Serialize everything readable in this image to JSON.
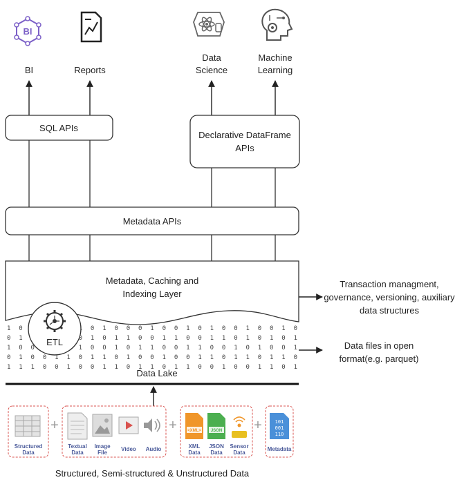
{
  "top_consumers": {
    "bi": "BI",
    "reports": "Reports",
    "data_science": [
      "Data",
      "Science"
    ],
    "machine_learning": [
      "Machine",
      "Learning"
    ]
  },
  "apis": {
    "sql": "SQL APIs",
    "dataframe": [
      "Declarative DataFrame",
      "APIs"
    ],
    "metadata": "Metadata APIs"
  },
  "layer": {
    "title": [
      "Metadata, Caching and",
      "Indexing Layer"
    ],
    "etl": "ETL",
    "data_lake": "Data Lake"
  },
  "side_notes": {
    "transactions": [
      "Transaction managment,",
      "governance, versioning, auxiliary",
      "data structures"
    ],
    "open_format": [
      "Data files in open",
      "format(e.g. parquet)"
    ]
  },
  "sources": {
    "structured": [
      "Structured",
      "Data"
    ],
    "textual": [
      "Textual",
      "Data"
    ],
    "image": [
      "Image",
      "File"
    ],
    "video": "Video",
    "audio": "Audio",
    "xml": [
      "XML",
      "Data"
    ],
    "json": [
      "JSON",
      "Data"
    ],
    "sensor": [
      "Sensor",
      "Data"
    ],
    "metadata": "Metadata",
    "xml_badge": "<XML>",
    "json_badge": "JSON",
    "metadata_bits": [
      "101",
      "001",
      "110"
    ],
    "bi_badge": "BI",
    "caption": "Structured, Semi-structured & Unstructured Data"
  },
  "binary_rows": [
    "1 0 0 1 0 0 1 0 1 0 0 0 1 0 0 1 0 1 0 0 1 0 0 1 0",
    "0 1 1 0 0 1 0 1 0 1 1 0 0 1 1 0 0 1 1 0 1 0 1 0 1",
    "1 0 0 1 1 0 1 0 0 1 0 1 1 0 0 1 1 0 0 1 0 1 0 0 1",
    "0 1 0 0 1 1 0 1 1 0 1 0 0 1 0 0 1 1 0 1 1 0 1 1 0",
    "1 1 1 0 0 1 0 0 1 1 0 1 1 0 1 1 0 0 1 0 0 1 1 0 1"
  ],
  "colors": {
    "line": "#333333",
    "red_dash": "#d9534f",
    "bi_purple": "#7b5fc7",
    "orange": "#f0962a",
    "green": "#4caf50",
    "blue": "#4a90d9",
    "grey_icon": "#a8a8a8"
  }
}
